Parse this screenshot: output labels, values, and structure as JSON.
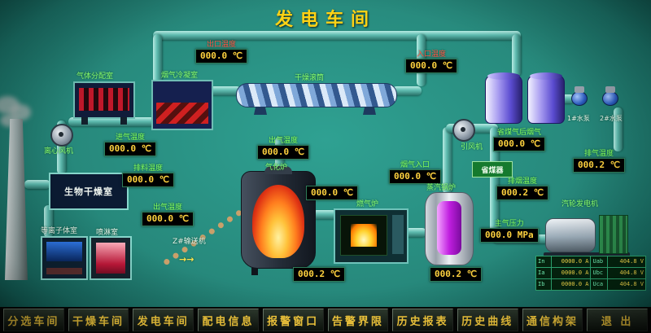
{
  "title": "发电车间",
  "menu": {
    "items": [
      "分选车间",
      "干燥车间",
      "发电车间",
      "配电信息",
      "报警窗口",
      "告警界限",
      "历史报表",
      "历史曲线",
      "通信构架",
      "退 出"
    ]
  },
  "labels": {
    "gas_distribution": "气体分配室",
    "condenser": "烟气冷凝室",
    "drum": "干燥滚筒",
    "centrifugal_fan": "离心风机",
    "bio_drying_room": "生物干燥室",
    "plasma_room": "等离子体室",
    "spray_room": "喷淋室",
    "conveyor": "Z#输送机",
    "conveyor_arrows": "→→",
    "gasifier": "气化炉",
    "gas_furnace": "燃气炉",
    "steam_boiler": "蒸汽锅炉",
    "economizer": "省煤器",
    "induced_fan": "引风机",
    "turbine_generator": "汽轮发电机",
    "pump1": "1#水泵",
    "pump2": "2#水泵"
  },
  "displays": {
    "outlet_temp_top": {
      "label": "出口温度",
      "value": "000.0 ℃"
    },
    "inlet_temp_top": {
      "label": "入口温度",
      "value": "000.0 ℃"
    },
    "intake_temp": {
      "label": "进气温度",
      "value": "000.0 ℃"
    },
    "discharge_temp": {
      "label": "排料温度",
      "value": "000.0 ℃"
    },
    "outgas_temp": {
      "label": "出气温度",
      "value": "000.0 ℃"
    },
    "gasifier_out_temp": {
      "label": "出气温度",
      "value": "000.0 ℃"
    },
    "gas_furnace_temp": {
      "value": "000.0 ℃"
    },
    "flue_inlet": {
      "label": "烟气入口",
      "value": "000.0 ℃"
    },
    "economizer_after": {
      "label": "省煤气后烟气",
      "value": "000.0 ℃"
    },
    "flue_exhaust": {
      "label": "排烟温度",
      "value": "000.2 ℃"
    },
    "turbine_exhaust": {
      "label": "排气温度",
      "value": "000.2 ℃"
    },
    "main_steam_pressure": {
      "label": "主气压力",
      "value": "000.0 MPa"
    },
    "gas_furnace_bottom": {
      "value": "000.2 ℃"
    },
    "boiler_bottom": {
      "value": "000.2 ℃"
    }
  },
  "table": {
    "rows": [
      [
        "In",
        "0000.0 A",
        "Uab",
        "404.8 V"
      ],
      [
        "Ia",
        "0000.0 A",
        "Ubc",
        "404.8 V"
      ],
      [
        "Ib",
        "0000.0 A",
        "Uca",
        "404.8 V"
      ]
    ]
  }
}
